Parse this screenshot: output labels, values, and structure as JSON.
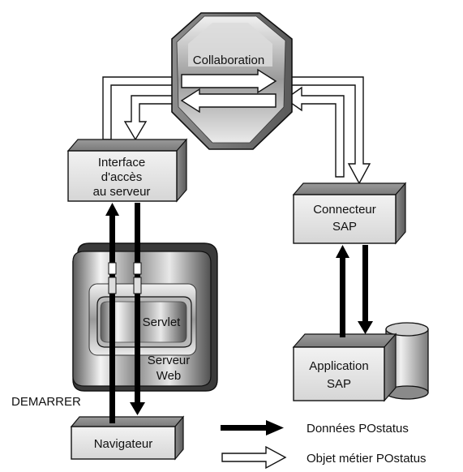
{
  "nodes": {
    "collaboration": "Collaboration",
    "interface": [
      "Interface",
      "d'accès",
      "au serveur"
    ],
    "connecteur": [
      "Connecteur",
      "SAP"
    ],
    "servlet": "Servlet",
    "serveur": [
      "Serveur",
      "Web"
    ],
    "application": [
      "Application",
      "SAP"
    ],
    "navigateur": "Navigateur"
  },
  "labels": {
    "demarrer": "DEMARRER"
  },
  "legend": {
    "data_flow": "Données POstatus",
    "business_object": "Objet métier POstatus"
  }
}
